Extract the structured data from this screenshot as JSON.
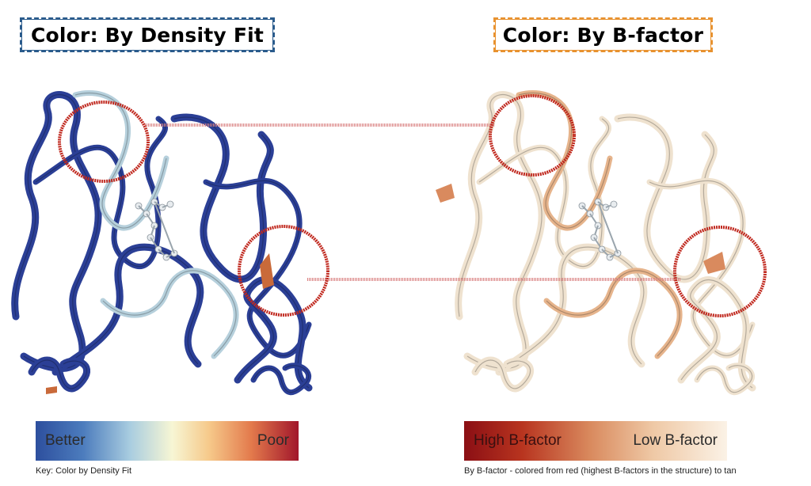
{
  "left_panel": {
    "title": "Color: By Density Fit",
    "scale": {
      "low_label": "Better",
      "high_label": "Poor"
    },
    "caption": "Key: Color by Density Fit",
    "colors": {
      "ribbon": "#2b3f96",
      "ribbon_light": "#b6d0dc",
      "poor": "#c96a3a",
      "frame": "#2a5b8c"
    }
  },
  "right_panel": {
    "title": "Color: By B-factor",
    "scale": {
      "low_label": "High B-factor",
      "high_label": "Low B-factor"
    },
    "caption": "By B-factor - colored from red (highest B-factors in the structure) to tan",
    "colors": {
      "ribbon": "#efe2cf",
      "ribbon_mid": "#e6b48c",
      "high": "#d98a5e",
      "frame": "#e8922f"
    }
  },
  "highlight_color": "#c0281e"
}
